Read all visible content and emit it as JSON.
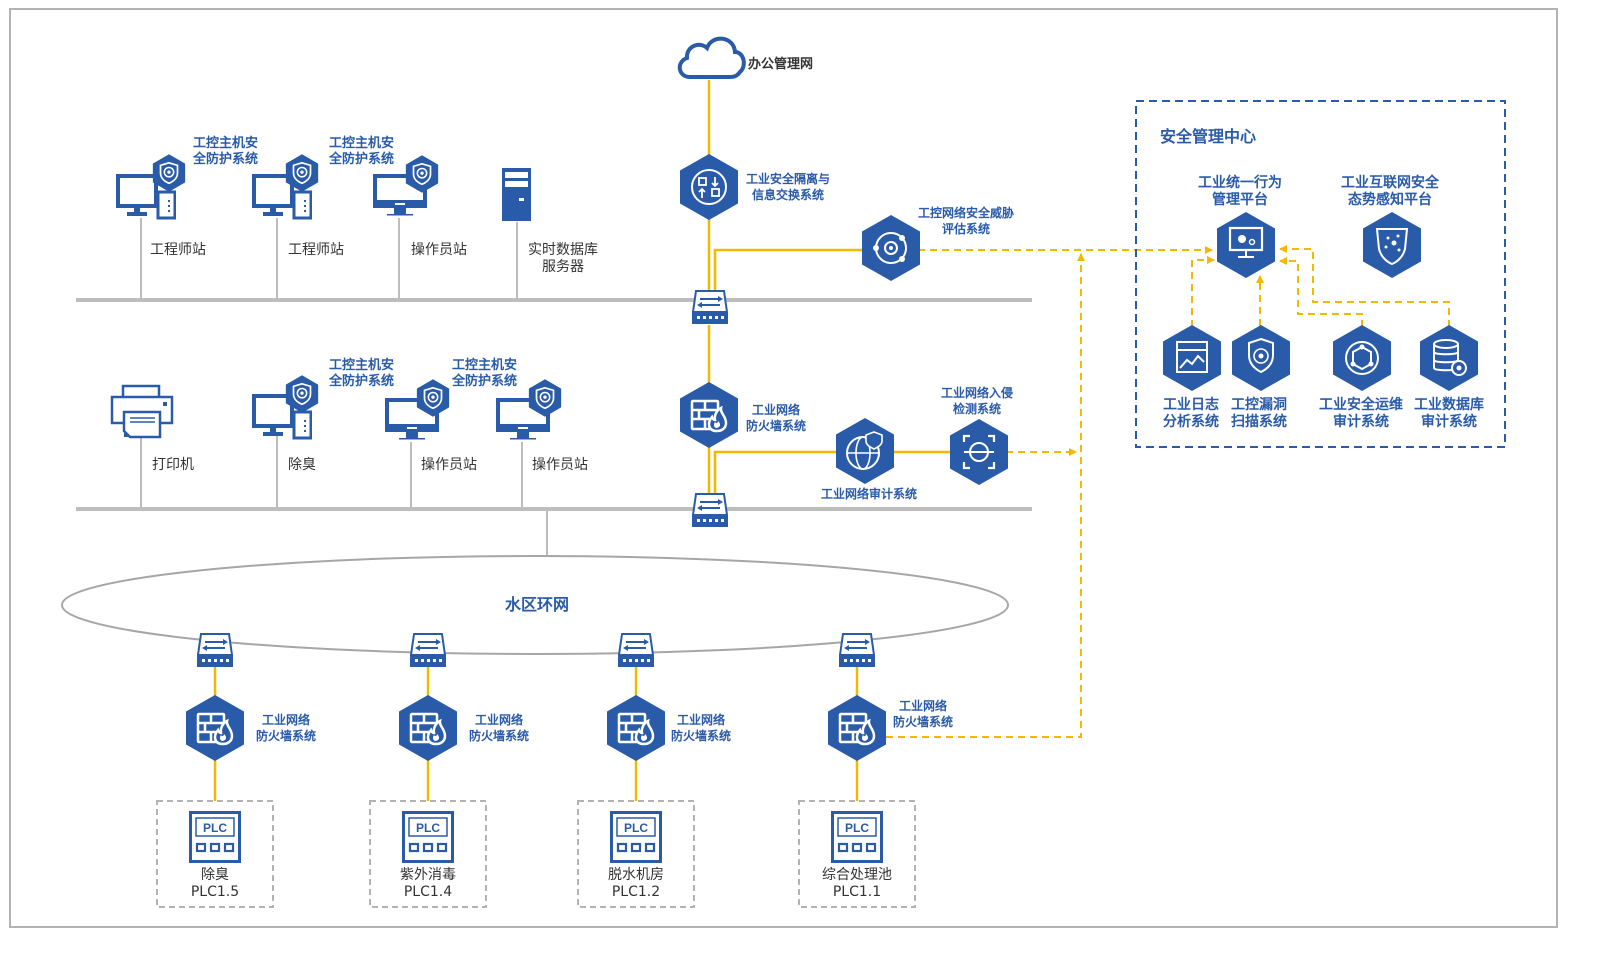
{
  "colors": {
    "primary": "#2a5ba8",
    "link": "#f5b800",
    "bus": "#bdbdbd",
    "frame": "#b3b3b3",
    "text": "#333333"
  },
  "office_network": {
    "label": "办公管理网",
    "icon": "cloud-icon"
  },
  "isolation_gateway": {
    "label_line1": "工业安全隔离与",
    "label_line2": "信息交换系统",
    "icon": "data-exchange-icon"
  },
  "threat_assessment": {
    "label_line1": "工控网络安全威胁",
    "label_line2": "评估系统",
    "icon": "target-network-icon"
  },
  "top_bus": {
    "stations": [
      {
        "label": "工程师站",
        "icon": "workstation-icon",
        "protected": true,
        "protection_label_line1": "工控主机安",
        "protection_label_line2": "全防护系统"
      },
      {
        "label": "工程师站",
        "icon": "workstation-icon",
        "protected": true,
        "protection_label_line1": "工控主机安",
        "protection_label_line2": "全防护系统"
      },
      {
        "label": "操作员站",
        "icon": "monitor-icon",
        "protected": true
      },
      {
        "label_line1": "实时数据库",
        "label_line2": "服务器",
        "icon": "server-icon",
        "protected": false
      }
    ]
  },
  "middle_firewall": {
    "label_line1": "工业网络",
    "label_line2": "防火墙系统",
    "icon": "firewall-icon"
  },
  "audit_system": {
    "label": "工业网络审计系统",
    "icon": "globe-audit-icon"
  },
  "intrusion_detection": {
    "label_line1": "工业网络入侵",
    "label_line2": "检测系统",
    "icon": "scan-icon"
  },
  "middle_bus": {
    "stations": [
      {
        "label": "打印机",
        "icon": "printer-icon",
        "protected": false
      },
      {
        "label": "除臭",
        "icon": "workstation-icon",
        "protected": true,
        "protection_label_line1": "工控主机安",
        "protection_label_line2": "全防护系统"
      },
      {
        "label": "操作员站",
        "icon": "monitor-icon",
        "protected": true,
        "protection_label_line1": "工控主机安",
        "protection_label_line2": "全防护系统"
      },
      {
        "label": "操作员站",
        "icon": "monitor-icon",
        "protected": true
      }
    ]
  },
  "ring_network": {
    "label": "水区环网"
  },
  "field_branches": [
    {
      "firewall_line1": "工业网络",
      "firewall_line2": "防火墙系统",
      "plc_name": "除臭",
      "plc_id": "PLC1.5"
    },
    {
      "firewall_line1": "工业网络",
      "firewall_line2": "防火墙系统",
      "plc_name": "紫外消毒",
      "plc_id": "PLC1.4"
    },
    {
      "firewall_line1": "工业网络",
      "firewall_line2": "防火墙系统",
      "plc_name": "脱水机房",
      "plc_id": "PLC1.2"
    },
    {
      "firewall_line1": "工业网络",
      "firewall_line2": "防火墙系统",
      "plc_name": "综合处理池",
      "plc_id": "PLC1.1"
    }
  ],
  "plc_icon_text": "PLC",
  "security_center": {
    "title": "安全管理中心",
    "behavior_platform": {
      "label_line1": "工业统一行为",
      "label_line2": "管理平台",
      "icon": "monitor-gear-icon"
    },
    "situation_platform": {
      "label_line1": "工业互联网安全",
      "label_line2": "态势感知平台",
      "icon": "shield-network-icon"
    },
    "subsystems": [
      {
        "label_line1": "工业日志",
        "label_line2": "分析系统",
        "icon": "log-chart-icon"
      },
      {
        "label_line1": "工控漏洞",
        "label_line2": "扫描系统",
        "icon": "shield-target-icon"
      },
      {
        "label_line1": "工业安全运维",
        "label_line2": "审计系统",
        "icon": "cube-network-icon"
      },
      {
        "label_line1": "工业数据库",
        "label_line2": "审计系统",
        "icon": "database-gear-icon"
      }
    ]
  }
}
